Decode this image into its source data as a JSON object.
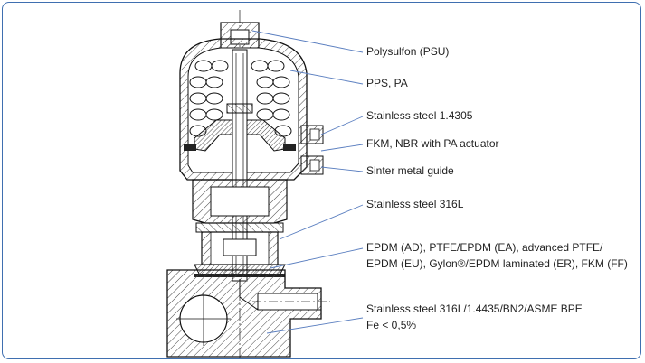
{
  "labels": {
    "polysulfon": "Polysulfon (PSU)",
    "pps": "PPS, PA",
    "stainless_1": "Stainless steel 1.4305",
    "fkm_nbr": "FKM, NBR with PA actuator",
    "sinter": "Sinter metal guide",
    "stainless_316l": "Stainless steel 316L",
    "epdm_line1": "EPDM (AD), PTFE/EPDM (EA),  advanced PTFE/",
    "epdm_line2": "EPDM (EU), Gylon®/EPDM laminated (ER), FKM (FF)",
    "body_line1": "Stainless steel 316L/1.4435/BN2/ASME BPE",
    "body_line2": "Fe < 0,5%"
  },
  "colors": {
    "frame": "#3f6fb0",
    "leader": "#5b7fc0",
    "ink": "#1a1a1a",
    "hatch": "#444444",
    "seal": "#222222"
  }
}
